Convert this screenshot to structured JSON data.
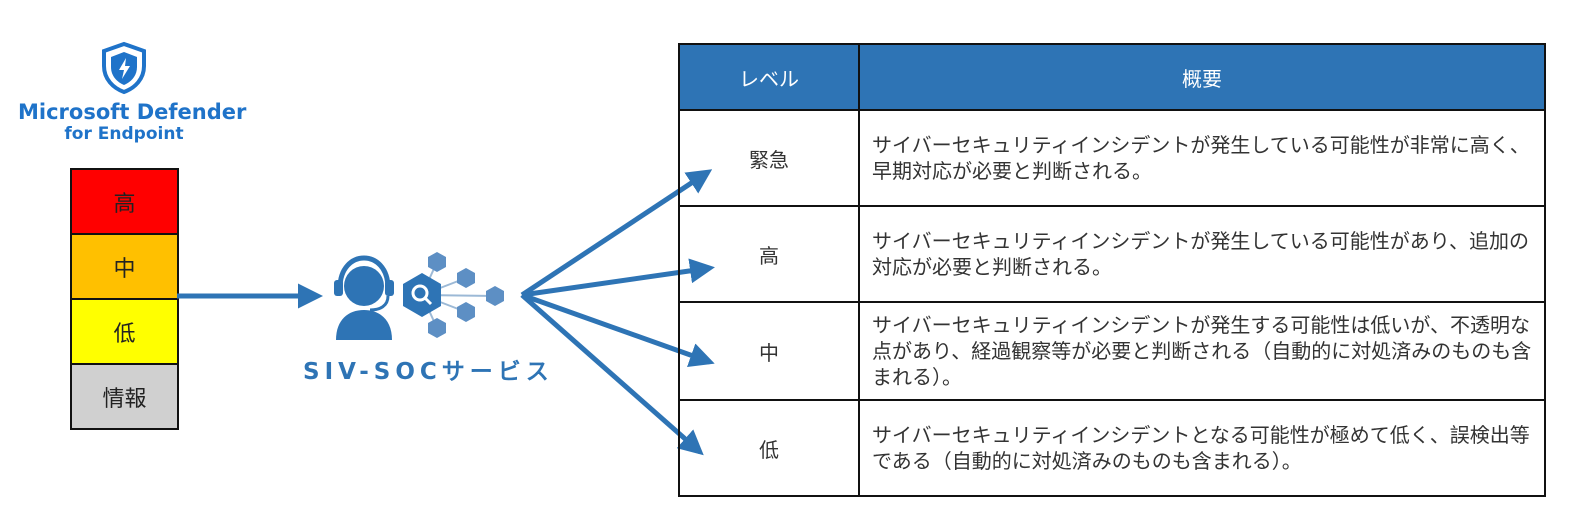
{
  "defender": {
    "name": "Microsoft Defender",
    "sub": "for Endpoint",
    "icon": "defender-shield-icon"
  },
  "severity": {
    "items": [
      {
        "label": "高",
        "color": "#ff0000"
      },
      {
        "label": "中",
        "color": "#ffc000"
      },
      {
        "label": "低",
        "color": "#ffff00"
      },
      {
        "label": "情報",
        "color": "#d0d0d0"
      }
    ]
  },
  "soc": {
    "label": "SIV-SOCサービス",
    "icon": "operator-headset-icon",
    "accent": "#2e74b5"
  },
  "table": {
    "header_level": "レベル",
    "header_summary": "概要",
    "header_color": "#2e74b5",
    "rows": [
      {
        "level": "緊急",
        "desc": "サイバーセキュリティインシデントが発生している可能性が非常に高く、早期対応が必要と判断される。"
      },
      {
        "level": "高",
        "desc": "サイバーセキュリティインシデントが発生している可能性があり、追加の対応が必要と判断される。"
      },
      {
        "level": "中",
        "desc": "サイバーセキュリティインシデントが発生する可能性は低いが、不透明な点があり、経過観察等が必要と判断される（自動的に対処済みのものも含まれる）。"
      },
      {
        "level": "低",
        "desc": "サイバーセキュリティインシデントとなる可能性が極めて低く、誤検出等である（自動的に対処済みのものも含まれる）。"
      }
    ]
  }
}
